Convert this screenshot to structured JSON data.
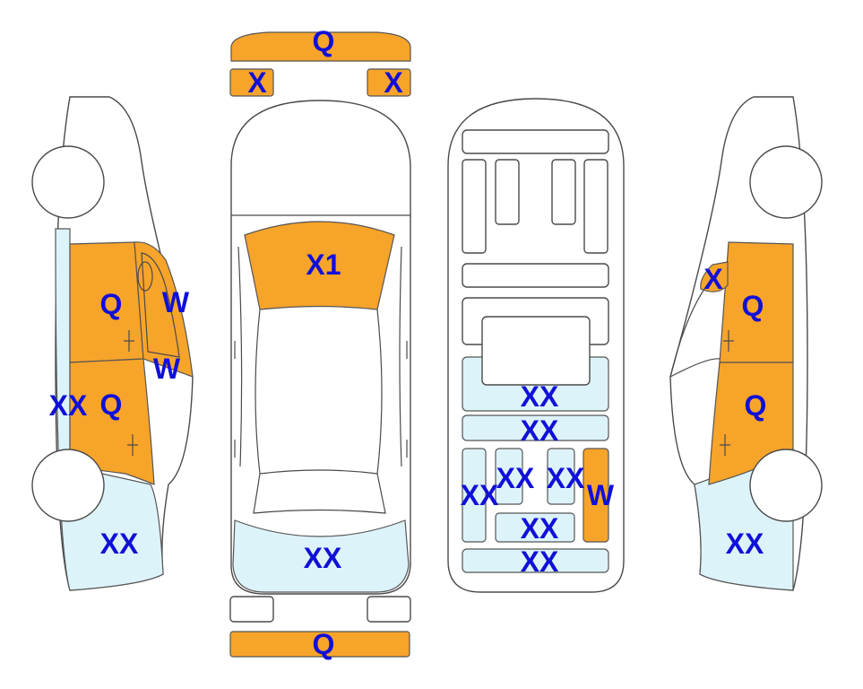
{
  "colors": {
    "damage_orange": "#F7A42A",
    "repair_light": "#DDF3FA",
    "label_blue": "#1010D8",
    "outline": "#4a4a4a"
  },
  "labels": {
    "front_bumper": "Q",
    "front_left_light": "X",
    "front_right_light": "X",
    "windshield": "X1",
    "roof_rear": "XX",
    "rear_bumper": "Q",
    "left_front_door": "Q",
    "left_rear_door": "Q",
    "left_front_window": "W",
    "left_rear_window": "W",
    "left_rocker": "XX",
    "left_rear_quarter": "XX",
    "right_mirror": "X",
    "right_front_door": "Q",
    "right_rear_door": "Q",
    "right_rear_quarter": "XX",
    "interior_floor_1": "XX",
    "interior_floor_2": "XX",
    "interior_left_seat": "XX",
    "interior_mid_left": "XX",
    "interior_mid_right": "XX",
    "interior_right_seat": "W",
    "interior_rear_1": "XX",
    "interior_rear_2": "XX"
  }
}
